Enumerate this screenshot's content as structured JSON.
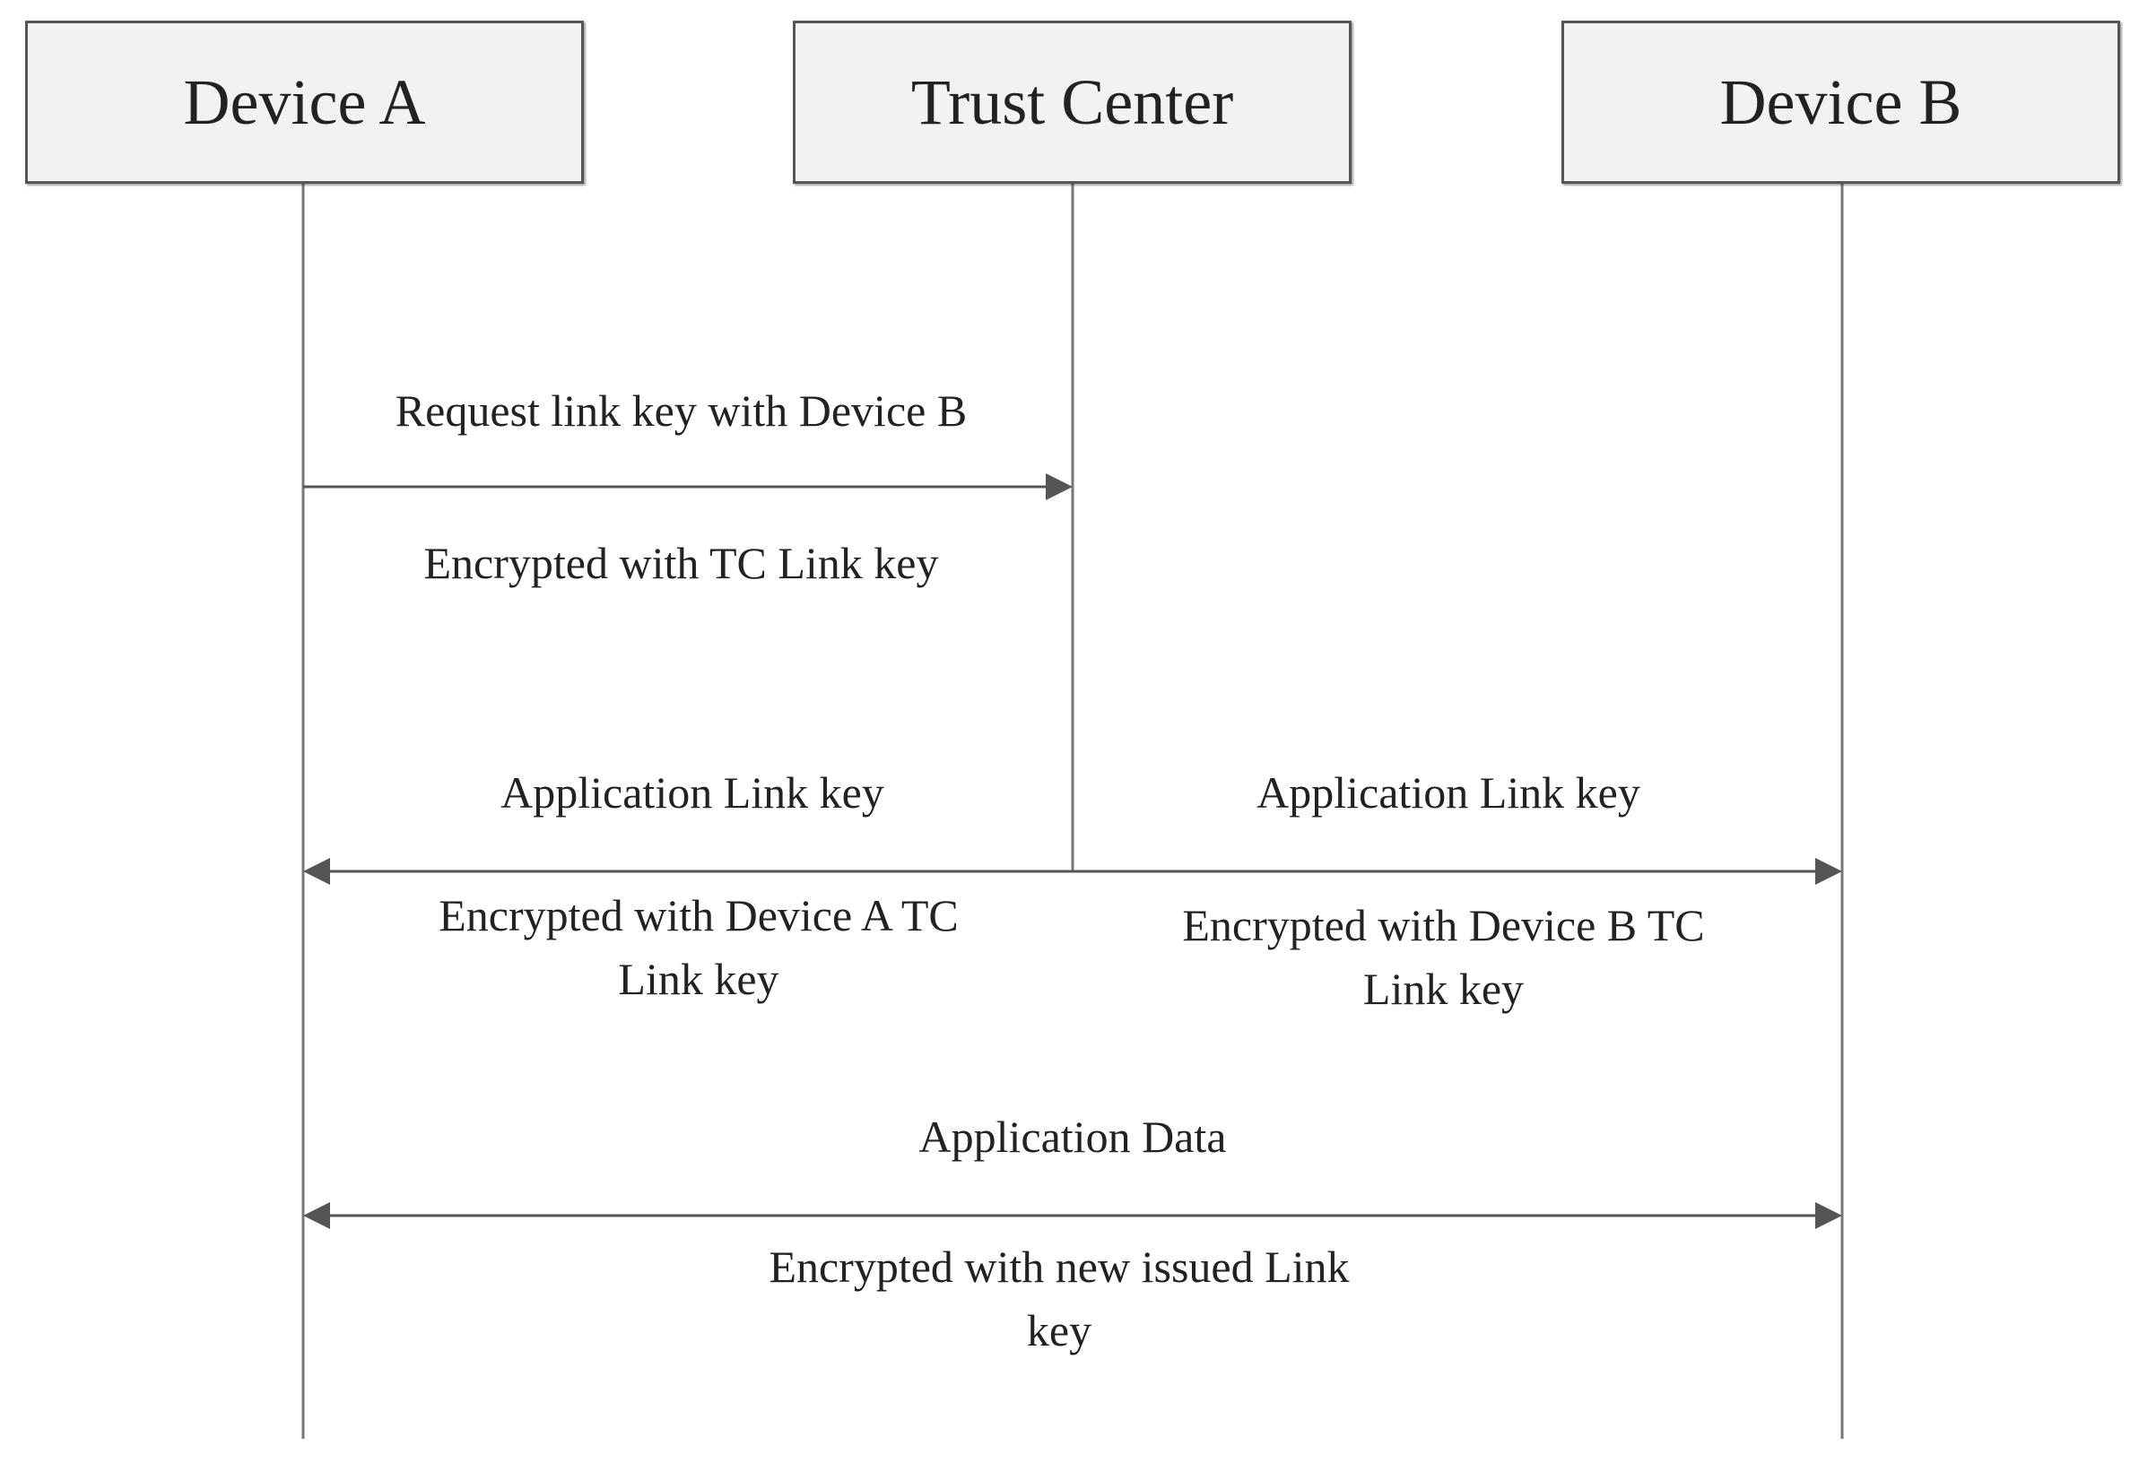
{
  "participants": {
    "device_a": "Device A",
    "trust_center": "Trust Center",
    "device_b": "Device B"
  },
  "messages": {
    "request": {
      "above": "Request link  key with Device B",
      "below": "Encrypted with TC Link key"
    },
    "key_to_a": {
      "above": "Application Link key",
      "below_line1": "Encrypted with Device A TC",
      "below_line2": "Link key"
    },
    "key_to_b": {
      "above": "Application Link key",
      "below_line1": "Encrypted with Device B TC",
      "below_line2": "Link key"
    },
    "app_data": {
      "above": "Application Data",
      "below_line1": "Encrypted with new issued Link",
      "below_line2": "key"
    }
  },
  "colors": {
    "line": "#666666",
    "box_fill": "#f2f2f2",
    "box_border": "#555555",
    "text": "#222222"
  }
}
